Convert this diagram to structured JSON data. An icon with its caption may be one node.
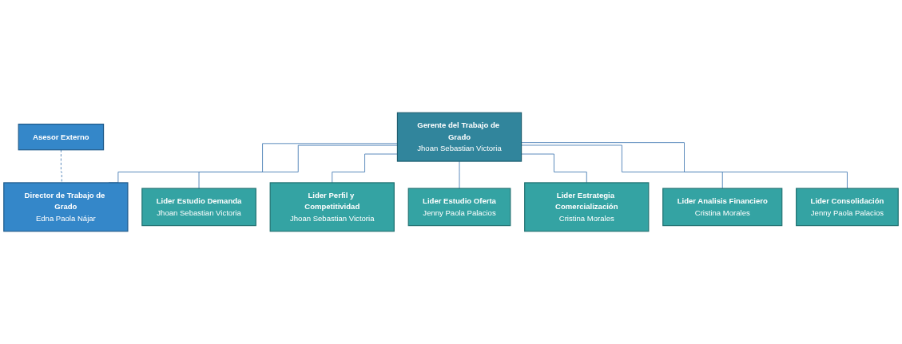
{
  "diagram": {
    "nodes": [
      {
        "text": [
          "Gerente del Trabajo de Grado",
          "Jhoan Sebastian Victoria"
        ]
      },
      {
        "text": [
          "Asesor Externo"
        ]
      },
      {
        "text": [
          "Director de Trabajo de Grado",
          "Edna Paola Nájar"
        ]
      },
      {
        "text": [
          "Lider Estudio Demanda",
          "Jhoan Sebastian Victoria"
        ]
      },
      {
        "text": [
          "Lider Perfil y Competitividad",
          "Jhoan Sebastian Victoria"
        ]
      },
      {
        "text": [
          "Lider Estudio Oferta",
          "Jenny Paola Palacios"
        ]
      },
      {
        "text": [
          "Lider Estrategia Comercialización",
          "Cristina Morales"
        ]
      },
      {
        "text": [
          "Lider Analisis Financiero",
          "Cristina Morales"
        ]
      },
      {
        "text": [
          "Lider Consolidación",
          "Jenny Paola Palacios"
        ]
      }
    ],
    "edges": [
      {
        "from": 0,
        "to": 2,
        "arrow": "none"
      },
      {
        "from": 1,
        "to": 2,
        "arrow": "none",
        "style": "dashed"
      },
      {
        "from": 0,
        "to": 3,
        "arrow": "none"
      },
      {
        "from": 0,
        "to": 4,
        "arrow": "none"
      },
      {
        "from": 0,
        "to": 5,
        "arrow": "none"
      },
      {
        "from": 0,
        "to": 6,
        "arrow": "none"
      },
      {
        "from": 0,
        "to": 7,
        "arrow": "none"
      },
      {
        "from": 0,
        "to": 8,
        "arrow": "none"
      }
    ]
  }
}
